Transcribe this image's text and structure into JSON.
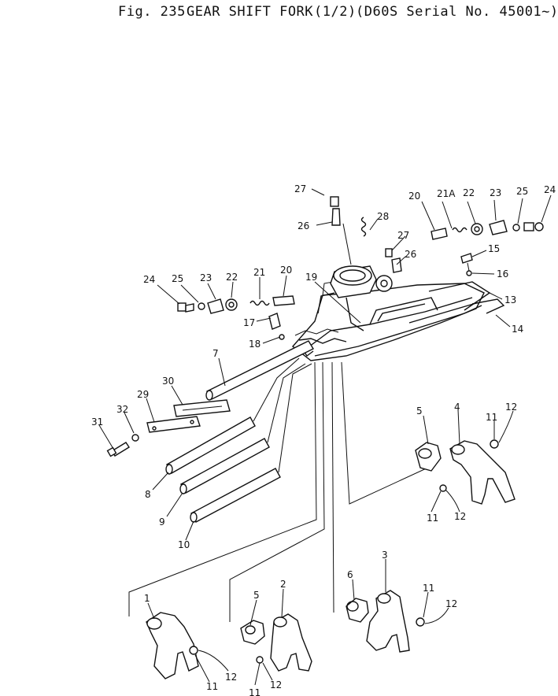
{
  "title": {
    "figure_label": "Fig. 235",
    "figure_name": "GEAR SHIFT FORK",
    "page_fraction": "(1/2)",
    "serial_note": "(D60S Serial No. 45001~)"
  },
  "callouts": {
    "c1": "1",
    "c2": "2",
    "c3": "3",
    "c4": "4",
    "c5a": "5",
    "c5b": "5",
    "c6": "6",
    "c7": "7",
    "c8": "8",
    "c9": "9",
    "c10": "10",
    "c11a": "11",
    "c11b": "11",
    "c11c": "11",
    "c11d": "11",
    "c11e": "11",
    "c12a": "12",
    "c12b": "12",
    "c12c": "12",
    "c12d": "12",
    "c12e": "12",
    "c13": "13",
    "c14": "14",
    "c15": "15",
    "c16": "16",
    "c17": "17",
    "c18": "18",
    "c19": "19",
    "c20a": "20",
    "c20b": "20",
    "c21": "21",
    "c21a": "21A",
    "c22a": "22",
    "c22b": "22",
    "c23a": "23",
    "c23b": "23",
    "c24a": "24",
    "c24b": "24",
    "c25a": "25",
    "c25b": "25",
    "c26a": "26",
    "c26b": "26",
    "c27a": "27",
    "c27b": "27",
    "c28": "28",
    "c29": "29",
    "c30": "30",
    "c31": "31",
    "c32": "32"
  }
}
